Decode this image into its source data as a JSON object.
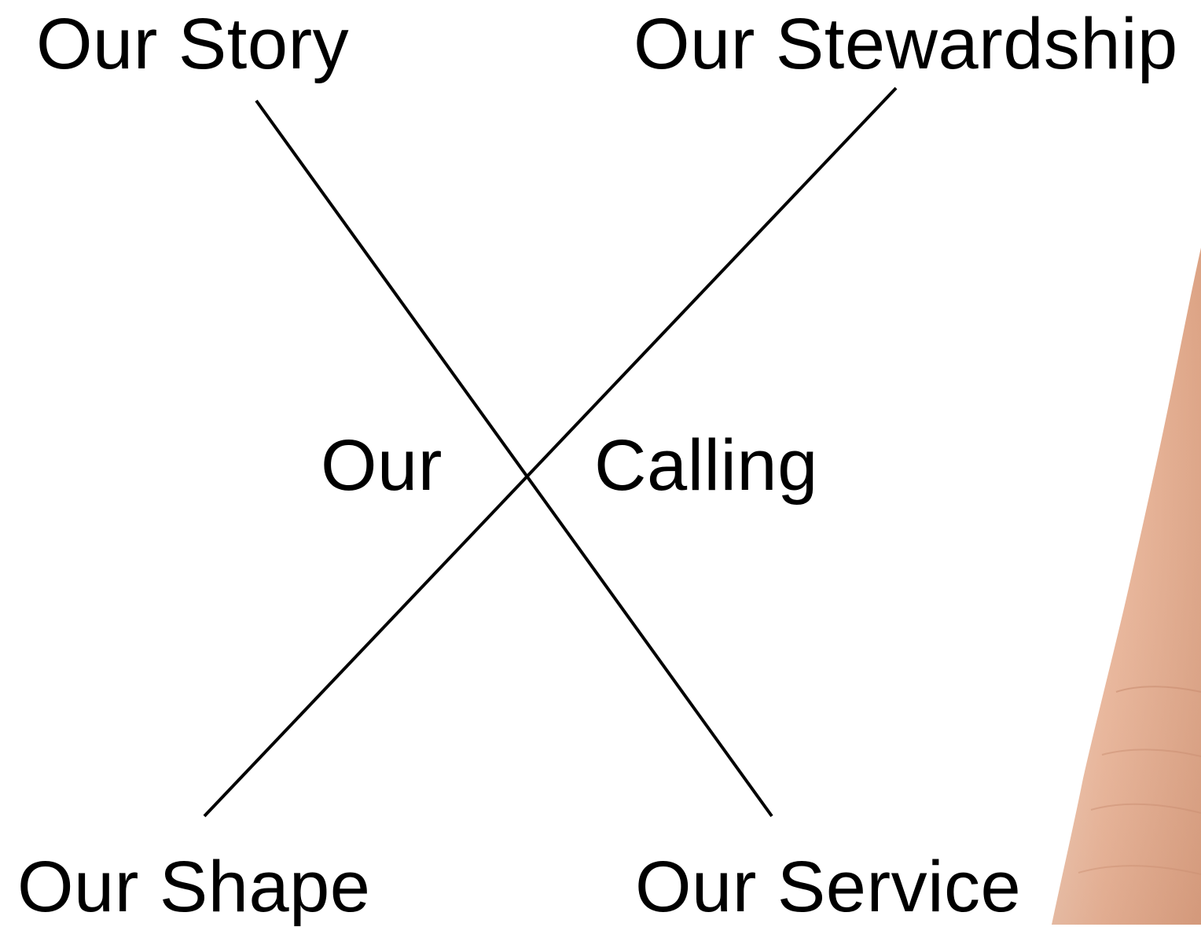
{
  "diagram": {
    "corners": {
      "top_left": "Our Story",
      "top_right": "Our Stewardship",
      "bottom_left": "Our Shape",
      "bottom_right": "Our Service"
    },
    "center": {
      "left_word": "Our",
      "right_word": "Calling"
    }
  },
  "colors": {
    "background": "#ffffff",
    "text": "#000000",
    "lines": "#000000",
    "hand_skin": "#e9b69b"
  },
  "decorations": {
    "image": "hand-photo"
  }
}
